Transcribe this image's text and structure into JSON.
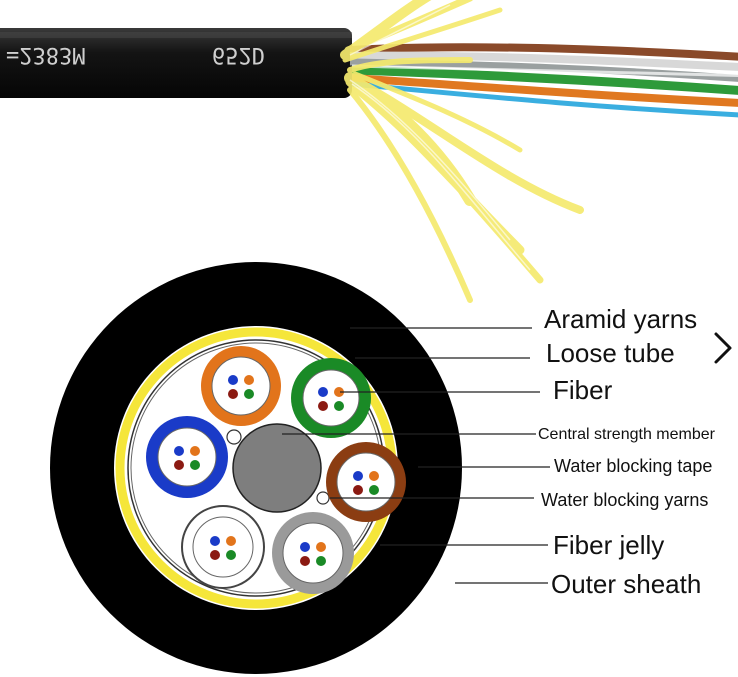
{
  "cable_print": {
    "segment_1": "=2383M",
    "segment_2": "652D"
  },
  "labels": {
    "aramid_yarns": "Aramid yarns",
    "loose_tube": "Loose tube",
    "fiber": "Fiber",
    "central_strength_member": "Central strength member",
    "water_blocking_tape": "Water blocking tape",
    "water_blocking_yarns": "Water blocking yarns",
    "fiber_jelly": "Fiber jelly",
    "outer_sheath": "Outer sheath"
  },
  "navigation": {
    "next_icon": "chevron-right-icon"
  },
  "colors": {
    "sheath": "#000000",
    "aramid": "#f5e63a",
    "tube_orange": "#e2741b",
    "tube_green": "#1a8a26",
    "tube_blue": "#1a3bc8",
    "tube_brown": "#8b3d12",
    "tube_white": "#ffffff",
    "tube_gray": "#9a9a9a",
    "central_member": "#7e7e7e"
  }
}
